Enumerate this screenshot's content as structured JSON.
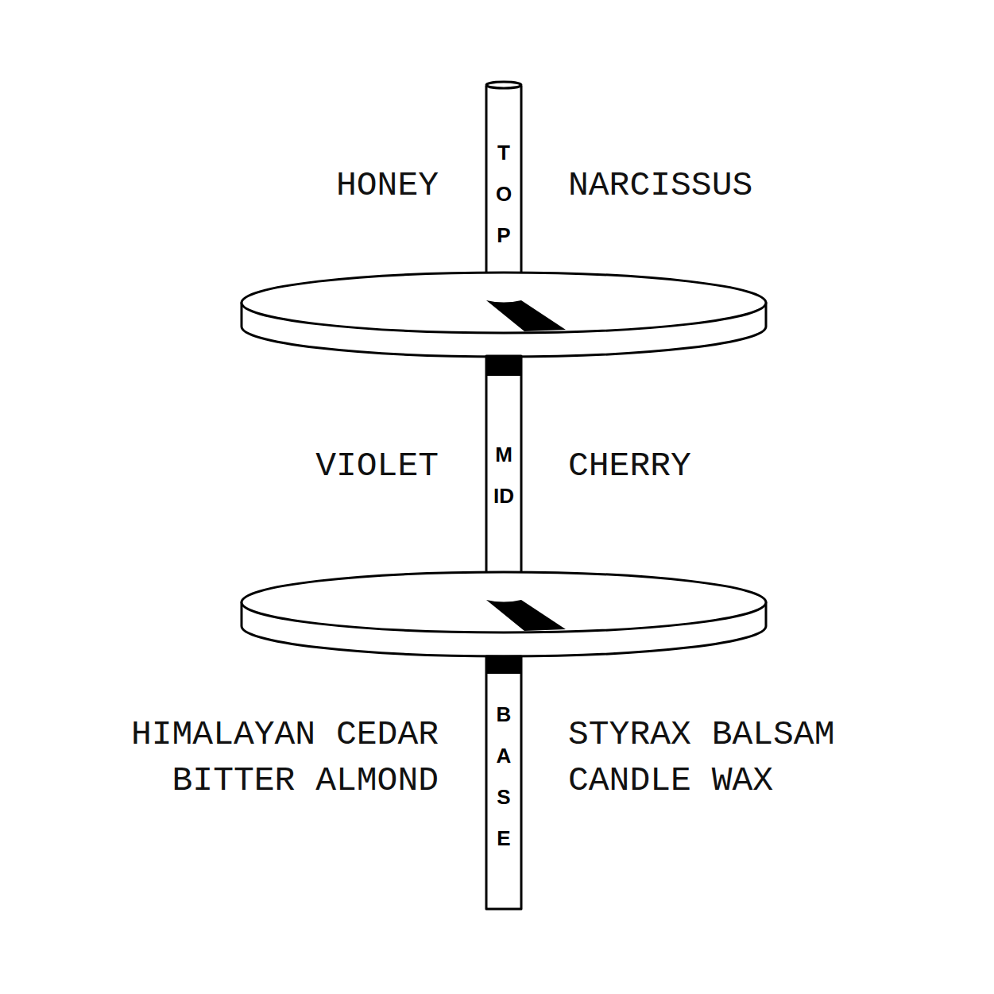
{
  "diagram": {
    "nodes": [
      {
        "text": [
          "TOP"
        ]
      },
      {
        "text": [
          "MID"
        ]
      },
      {
        "text": [
          "BASE"
        ]
      }
    ],
    "labels": [
      "HONEY",
      "NARCISSUS",
      "VIOLET",
      "CHERRY",
      "HIMALAYAN CEDAR",
      "STYRAX BALSAM",
      "BITTER ALMOND",
      "CANDLE WAX"
    ]
  }
}
